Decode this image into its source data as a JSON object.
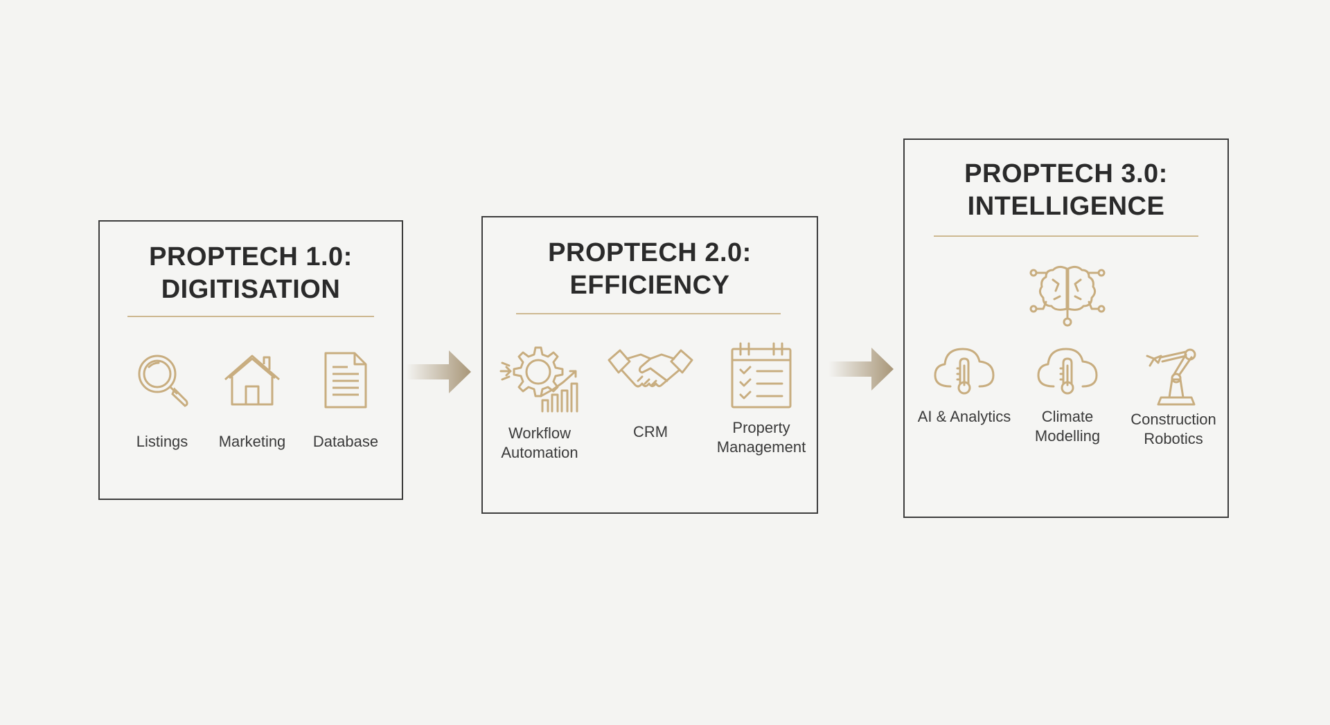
{
  "stages": [
    {
      "title_line1": "PROPTECH 1.0:",
      "title_line2": "DIGITISATION",
      "items": [
        {
          "label": "Listings",
          "icon": "magnifier-icon"
        },
        {
          "label": "Marketing",
          "icon": "house-icon"
        },
        {
          "label": "Database",
          "icon": "document-icon"
        }
      ]
    },
    {
      "title_line1": "PROPTECH 2.0:",
      "title_line2": "EFFICIENCY",
      "items": [
        {
          "label_line1": "Workflow",
          "label_line2": "Automation",
          "icon": "gear-chart-icon"
        },
        {
          "label": "CRM",
          "icon": "handshake-icon"
        },
        {
          "label_line1": "Property",
          "label_line2": "Management",
          "icon": "checklist-calendar-icon"
        }
      ]
    },
    {
      "title_line1": "PROPTECH 3.0:",
      "title_line2": "INTELLIGENCE",
      "top_icon": "brain-network-icon",
      "items": [
        {
          "label": "AI & Analytics",
          "icon": "cloud-thermometer-icon"
        },
        {
          "label_line1": "Climate",
          "label_line2": "Modelling",
          "icon": "cloud-thermometer-icon"
        },
        {
          "label_line1": "Construction",
          "label_line2": "Robotics",
          "icon": "robot-arm-icon"
        }
      ]
    }
  ],
  "colors": {
    "accent_gold": "#c8ad7f",
    "border": "#3c3c3c",
    "background": "#f4f4f2",
    "arrow": "#a89678"
  }
}
